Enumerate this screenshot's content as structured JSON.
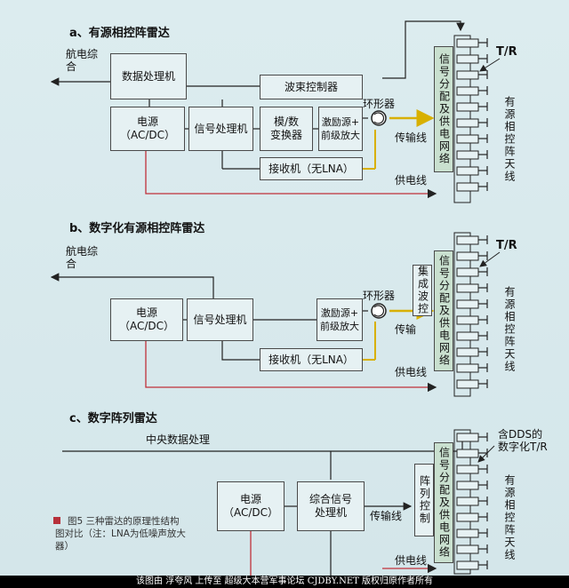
{
  "sections": {
    "a": {
      "title": "a、有源相控阵雷达",
      "nav": "航电综\n合",
      "data_processor": "数据处理机",
      "power": "电源\n（AC/DC）",
      "signal_processor": "信号处理机",
      "beam_controller": "波束控制器",
      "ad_converter": "模/数\n变换器",
      "exciter": "激励源+\n前级放大",
      "receiver": "接收机（无LNA）",
      "circulator": "环形器",
      "network": "信号分配及供电网络",
      "tx_line": "传输线",
      "power_line": "供电线",
      "tr": "T/R",
      "antenna": "有源相控阵天线"
    },
    "b": {
      "title": "b、数字化有源相控阵雷达",
      "nav": "航电综\n合",
      "power": "电源\n（AC/DC）",
      "signal_processor": "信号处理机",
      "exciter": "激励源+\n前级放大",
      "receiver": "接收机（无LNA）",
      "circulator": "环形器",
      "beam_ctrl": "集成波控",
      "tx_line": "传输",
      "network": "信号分配及供电网络",
      "power_line": "供电线",
      "tr": "T/R",
      "antenna": "有源相控阵天线"
    },
    "c": {
      "title": "c、数字阵列雷达",
      "central": "中央数据处理",
      "power": "电源\n（AC/DC）",
      "signal_processor": "综合信号\n处理机",
      "tx_line": "传输线",
      "array_ctrl": "阵列控制",
      "network": "信号分配及供电网络",
      "power_line": "供电线",
      "tr": "含DDS的\n数字化T/R",
      "antenna": "有源相控阵天线"
    }
  },
  "caption": "图5  三种雷达的原理性结构图对比（注：LNA为低噪声放大器）",
  "footer": "该图由 浮夸风 上传至 超级大本营军事论坛 CJDBY.NET 版权归原作者所有",
  "colors": {
    "red_line": "#c0303a",
    "yellow_line": "#d8b000",
    "box_fill": "#e6f1f3",
    "network_fill": "#c9e0cf"
  }
}
